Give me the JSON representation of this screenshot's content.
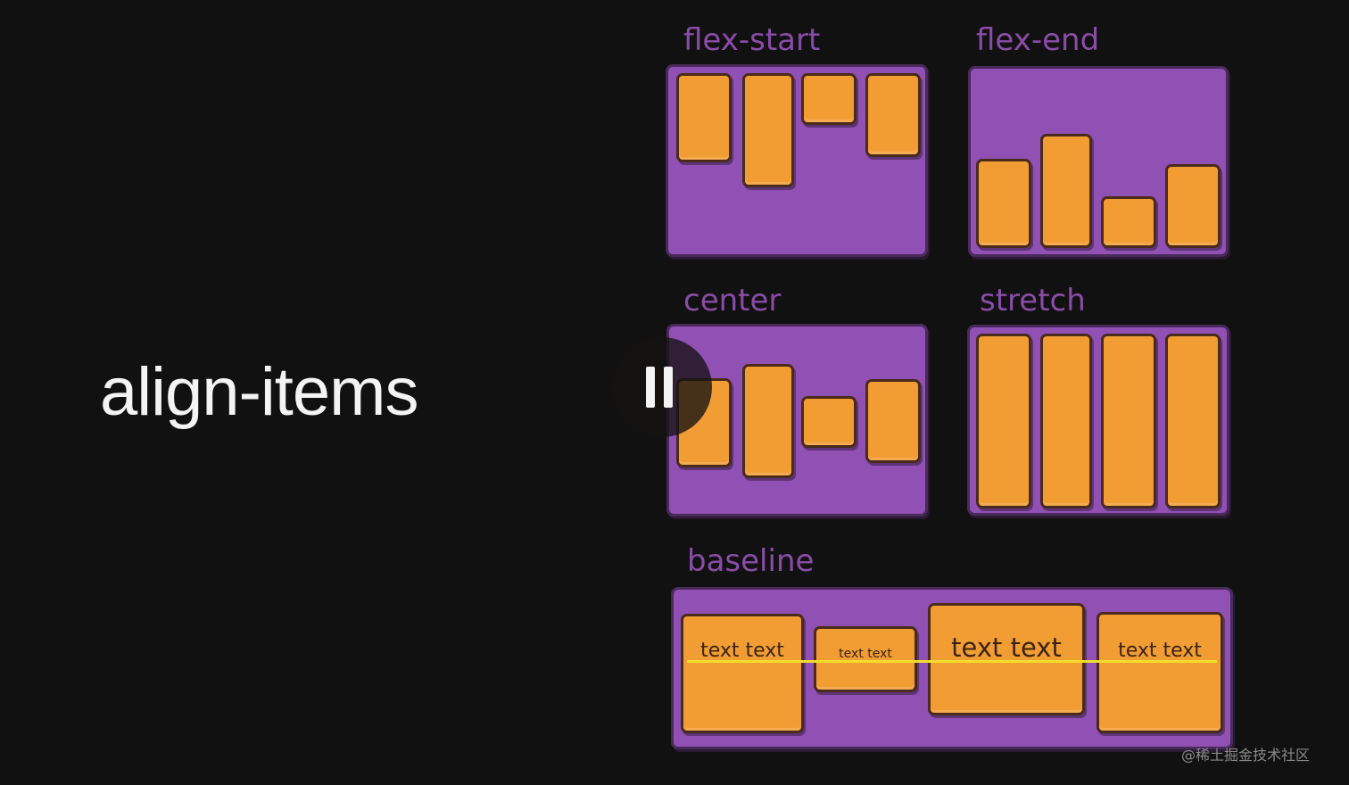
{
  "headline": "align-items",
  "diagrams": {
    "flex_start_label": "flex-start",
    "flex_end_label": "flex-end",
    "center_label": "center",
    "stretch_label": "stretch",
    "baseline_label": "baseline",
    "baseline_items": [
      "text text",
      "text text",
      "text text",
      "text text"
    ]
  },
  "player": {
    "pause_icon": "pause-icon"
  },
  "watermark": "@稀土掘金技术社区",
  "colors": {
    "background": "#121111",
    "container": "#9050b4",
    "item": "#f29d34",
    "baseline_line": "#f2dd2e",
    "label": "#8a4ca8"
  }
}
